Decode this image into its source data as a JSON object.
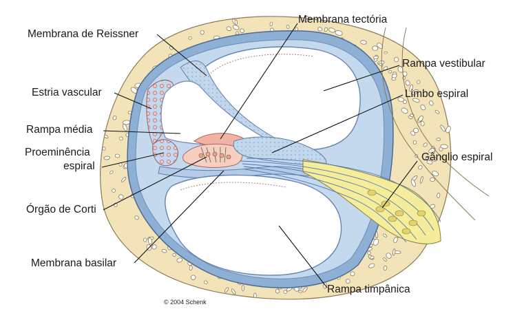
{
  "colors": {
    "bone": "#f3e3b8",
    "bone_spot": "#ffffff",
    "bone_spot_edge": "#8a7a58",
    "fluid": "#ffffff",
    "membrane_blue": "#c9dcef",
    "membrane_dark": "#7a95b8",
    "tectorial": "#f2b2a5",
    "corti": "#f6cfc0",
    "nerve_yellow": "#f6ed9a",
    "nerve_blue": "#4f74b5",
    "leader": "#111111"
  },
  "labels": {
    "reissner": "Membrana de Reissner",
    "tectoria": "Membrana tectória",
    "estria": "Estria vascular",
    "rampa_vestibular": "Rampa vestibular",
    "limbo": "Limbo espiral",
    "rampa_media": "Rampa média",
    "proeminencia_1": "Proeminência",
    "proeminencia_2": "espiral",
    "ganglio": "Gânglio espiral",
    "corti": "Órgão de Corti",
    "basilar": "Membrana basilar",
    "timpanica": "Rampa timpânica"
  },
  "credit": "© 2004 Schenk"
}
